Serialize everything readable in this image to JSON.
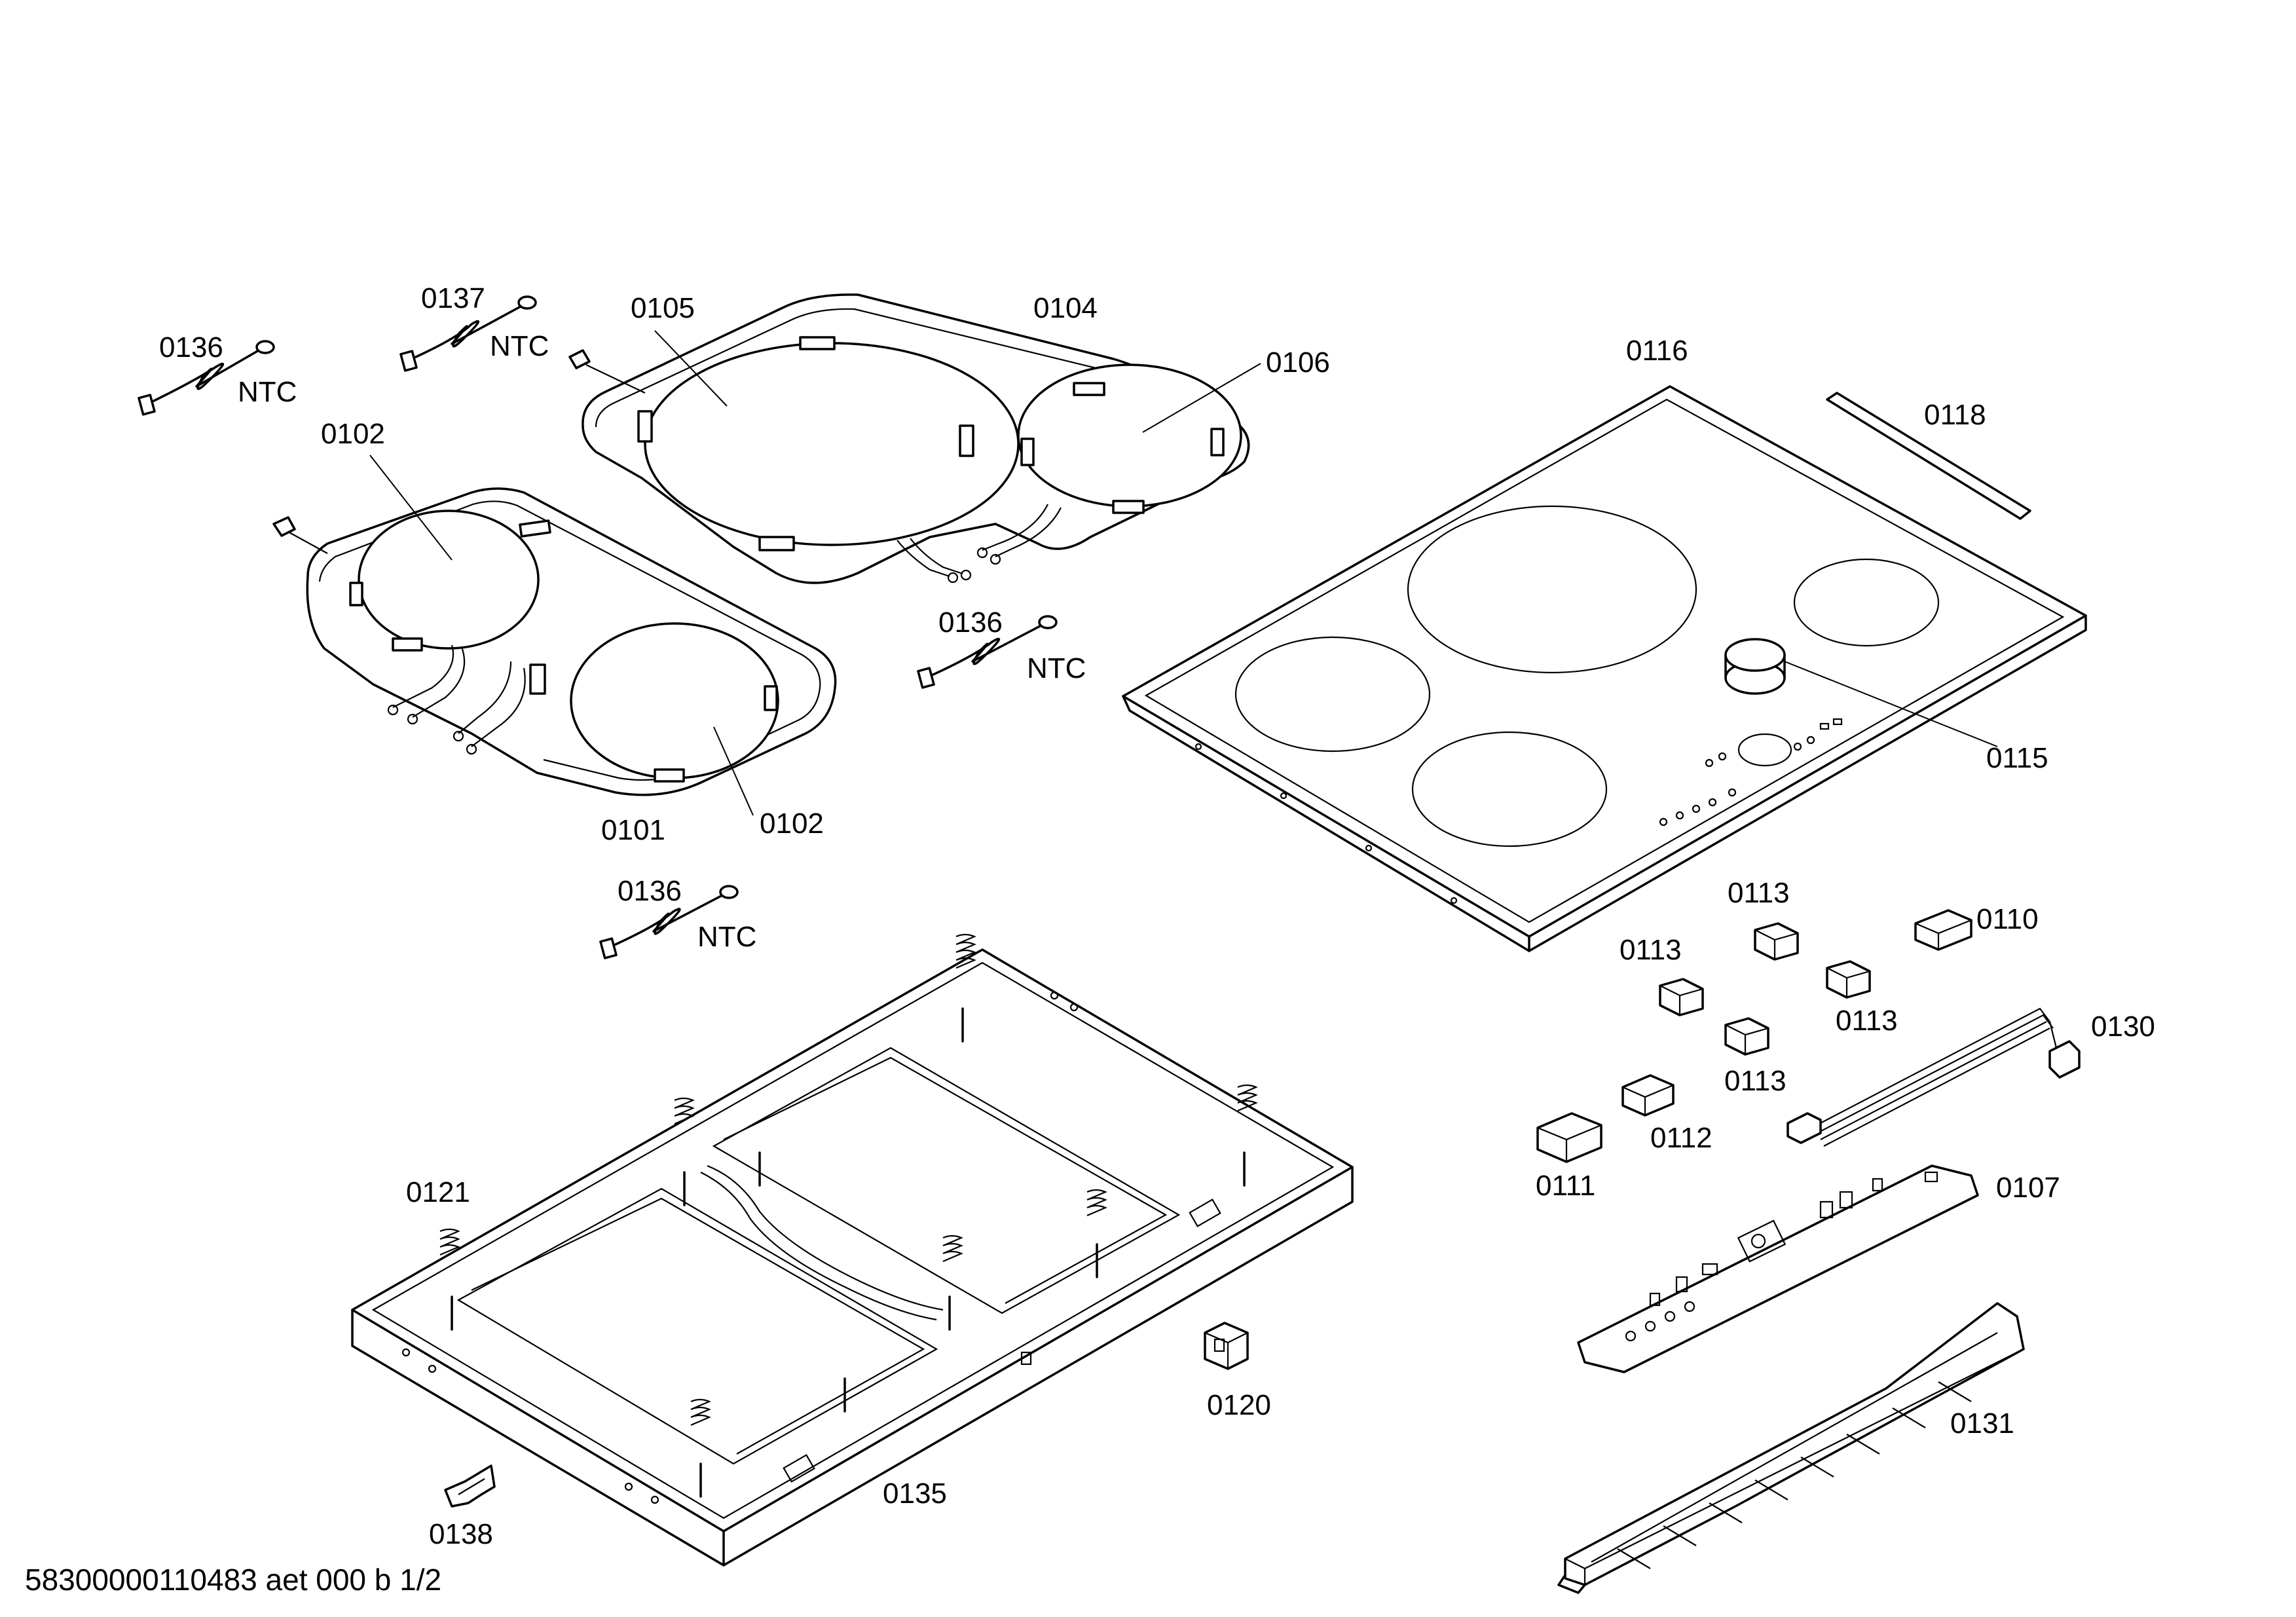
{
  "labels": {
    "p0101": "0101",
    "p0102a": "0102",
    "p0102b": "0102",
    "p0104": "0104",
    "p0105": "0105",
    "p0106": "0106",
    "p0107": "0107",
    "p0110": "0110",
    "p0111": "0111",
    "p0112": "0112",
    "p0113a": "0113",
    "p0113b": "0113",
    "p0113c": "0113",
    "p0113d": "0113",
    "p0115": "0115",
    "p0116": "0116",
    "p0118": "0118",
    "p0120": "0120",
    "p0121": "0121",
    "p0130": "0130",
    "p0131": "0131",
    "p0135": "0135",
    "p0136a": "0136",
    "p0136b": "0136",
    "p0136c": "0136",
    "p0137": "0137",
    "p0138": "0138"
  },
  "sensors": {
    "ntc_a": "NTC",
    "ntc_b": "NTC",
    "ntc_c": "NTC",
    "ntc_d": "NTC"
  },
  "footer": "58300000110483 aet 000 b 1/2"
}
